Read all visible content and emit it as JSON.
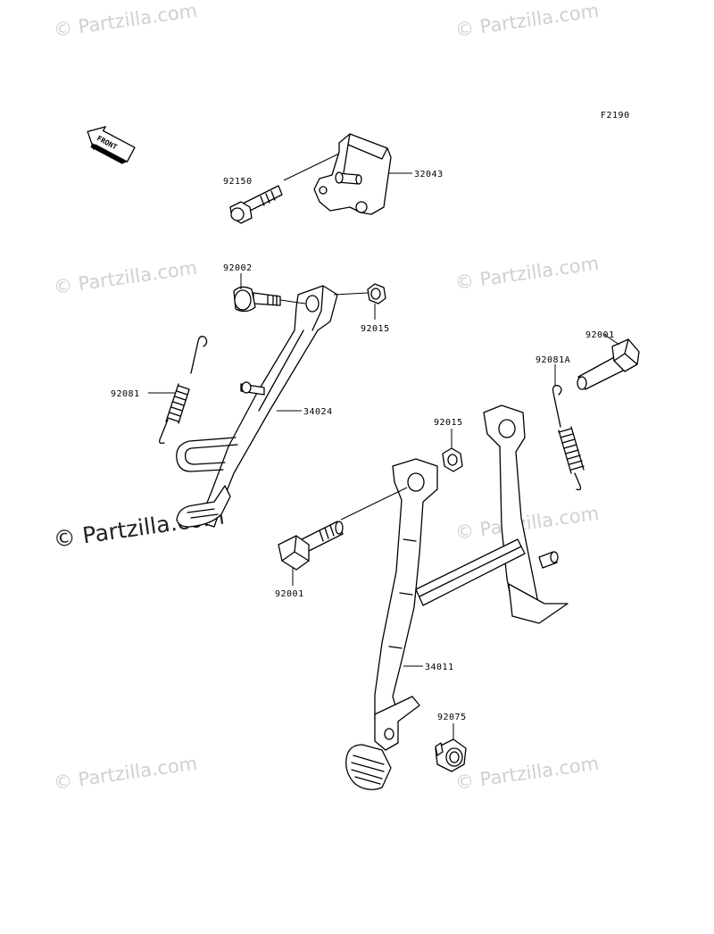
{
  "figure_code": "F2190",
  "front_arrow_label": "FRONT",
  "watermark_text": "© Partzilla.com",
  "parts": [
    {
      "part_no": "92150"
    },
    {
      "part_no": "32043"
    },
    {
      "part_no": "92002"
    },
    {
      "part_no": "92015"
    },
    {
      "part_no": "92081"
    },
    {
      "part_no": "34024"
    },
    {
      "part_no": "92001"
    },
    {
      "part_no": "92081A"
    },
    {
      "part_no": "92015"
    },
    {
      "part_no": "92001"
    },
    {
      "part_no": "34011"
    },
    {
      "part_no": "92075"
    }
  ]
}
